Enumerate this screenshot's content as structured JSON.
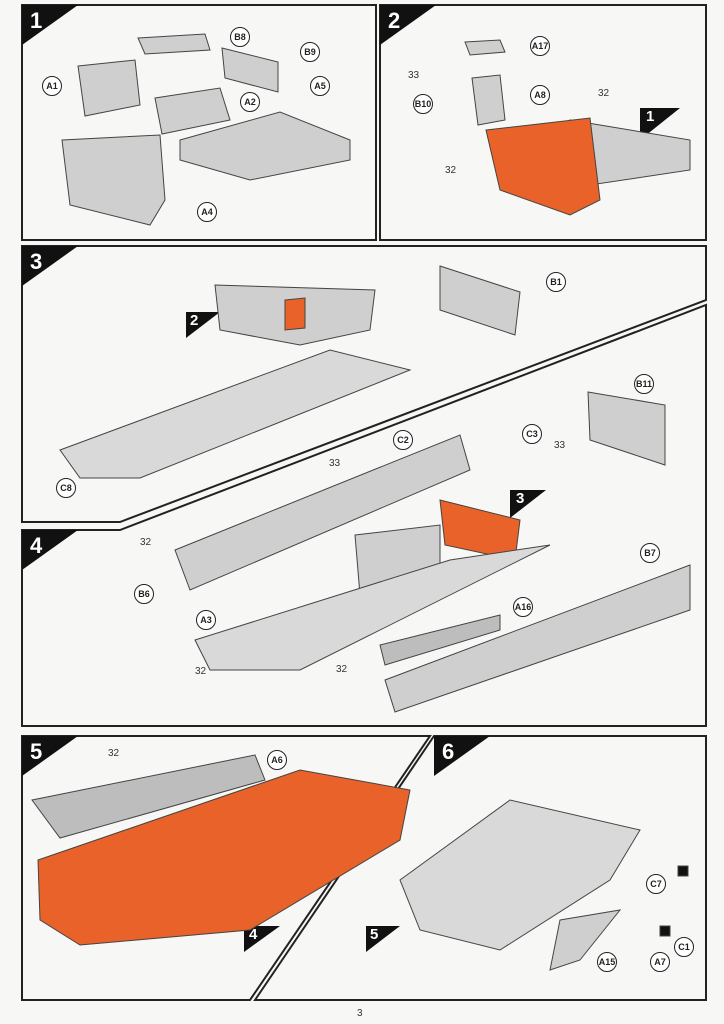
{
  "steps": [
    {
      "number": "1",
      "callouts": [
        "B8",
        "B9",
        "A1",
        "A2",
        "A5",
        "A4"
      ]
    },
    {
      "number": "2",
      "callouts": [
        "A17",
        "B10",
        "A8"
      ],
      "part_numbers": [
        "33",
        "32",
        "32"
      ],
      "ref_badge": "1"
    },
    {
      "number": "3",
      "callouts": [
        "B1",
        "C8"
      ],
      "ref_badge": "2"
    },
    {
      "number": "4",
      "callouts": [
        "C2",
        "C3",
        "B11",
        "B6",
        "A3",
        "A16",
        "B7"
      ],
      "part_numbers": [
        "33",
        "33",
        "32",
        "32",
        "32"
      ],
      "ref_badge": "3"
    },
    {
      "number": "5",
      "callouts": [
        "A6"
      ],
      "part_numbers": [
        "32"
      ],
      "ref_badge": "4"
    },
    {
      "number": "6",
      "callouts": [
        "C7",
        "C1",
        "A15",
        "A7"
      ],
      "ref_badge": "5"
    }
  ],
  "page_number": "3",
  "colors": {
    "accent": "#e8622a",
    "frame": "#222222",
    "part": "#c8c8c8"
  }
}
